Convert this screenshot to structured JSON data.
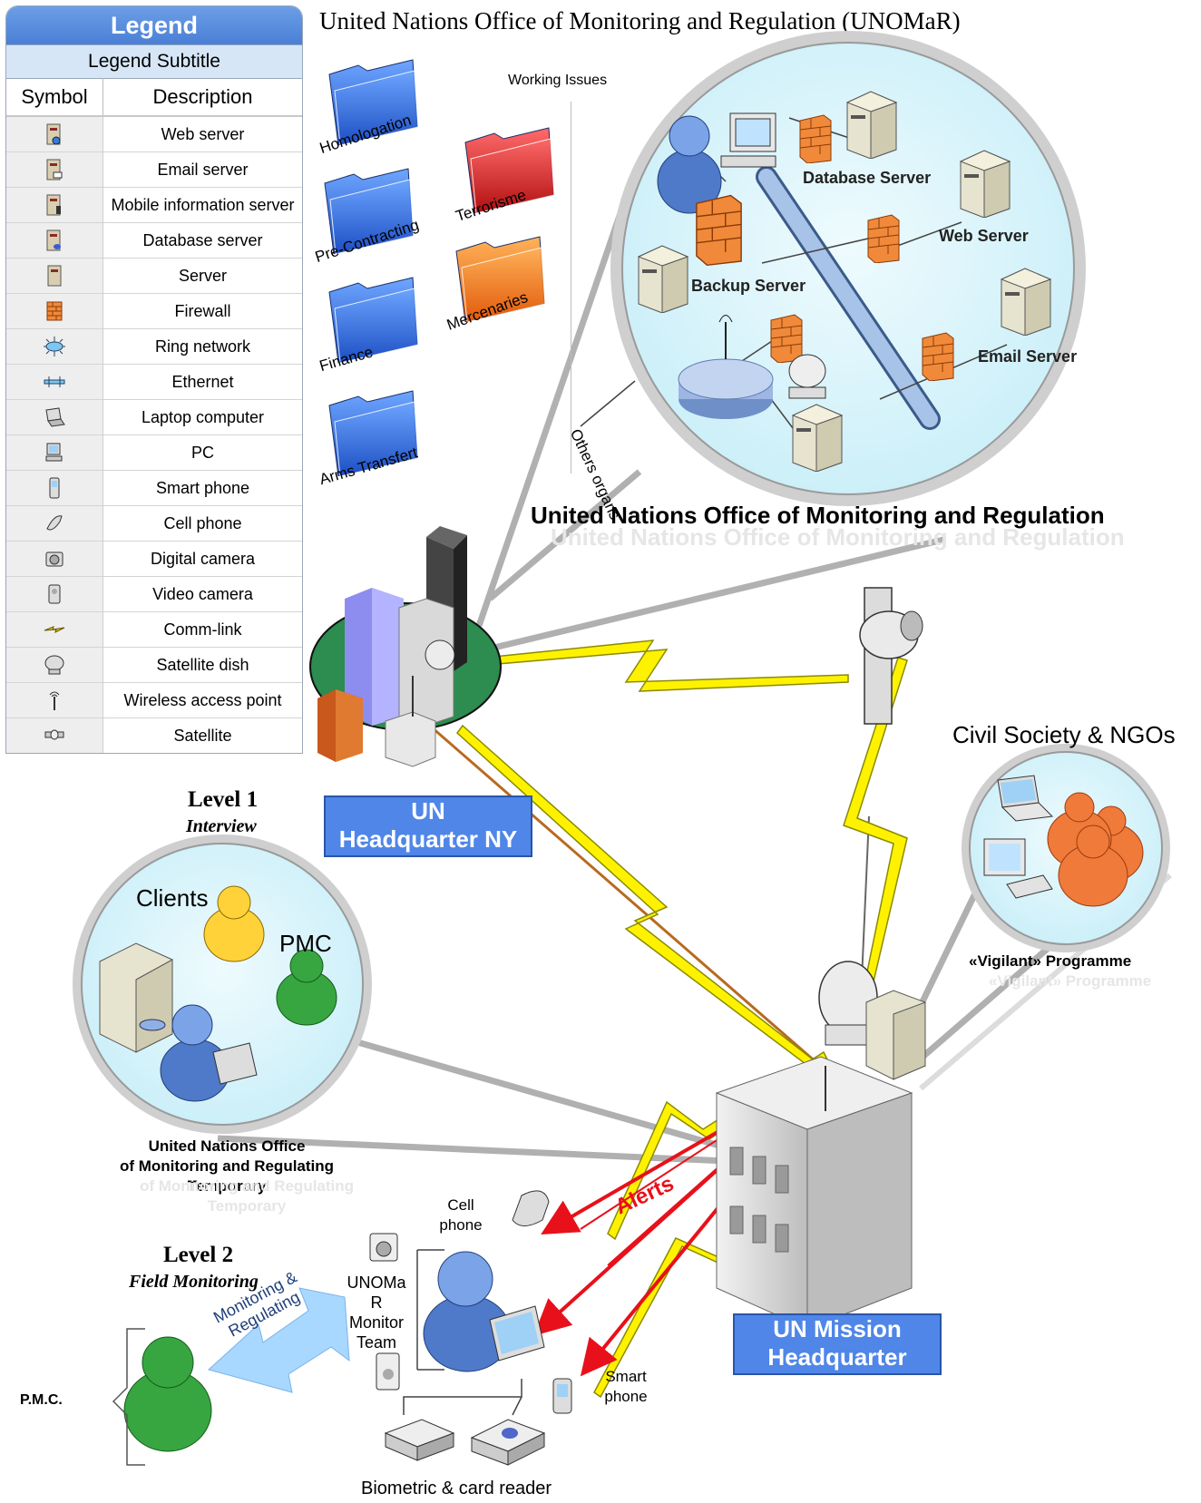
{
  "legend": {
    "title": "Legend",
    "subtitle": "Legend Subtitle",
    "col_symbol": "Symbol",
    "col_description": "Description",
    "items": [
      {
        "label": "Web server",
        "icon": "web-server-icon"
      },
      {
        "label": "Email server",
        "icon": "email-server-icon"
      },
      {
        "label": "Mobile information server",
        "icon": "mobile-server-icon"
      },
      {
        "label": "Database server",
        "icon": "database-server-icon"
      },
      {
        "label": "Server",
        "icon": "server-icon"
      },
      {
        "label": "Firewall",
        "icon": "firewall-icon"
      },
      {
        "label": "Ring network",
        "icon": "ring-network-icon"
      },
      {
        "label": "Ethernet",
        "icon": "ethernet-icon"
      },
      {
        "label": "Laptop computer",
        "icon": "laptop-icon"
      },
      {
        "label": "PC",
        "icon": "pc-icon"
      },
      {
        "label": "Smart phone",
        "icon": "smart-phone-icon"
      },
      {
        "label": "Cell phone",
        "icon": "cell-phone-icon"
      },
      {
        "label": "Digital camera",
        "icon": "digital-camera-icon"
      },
      {
        "label": "Video camera",
        "icon": "video-camera-icon"
      },
      {
        "label": "Comm-link",
        "icon": "comm-link-icon"
      },
      {
        "label": "Satellite dish",
        "icon": "satellite-dish-icon"
      },
      {
        "label": "Wireless access point",
        "icon": "wireless-access-point-icon"
      },
      {
        "label": "Satellite",
        "icon": "satellite-icon"
      }
    ]
  },
  "title": "United Nations Office of Monitoring and Regulation (UNOMaR)",
  "folders": {
    "heading": "Working Issues",
    "items": [
      "Homologation",
      "Pre-Contracting",
      "Finance",
      "Arms Transfert",
      "Terrorisme",
      "Mercenaries"
    ],
    "side_label": "Others organs"
  },
  "office": {
    "label": "United Nations Office of Monitoring and Regulation",
    "servers": [
      "Database Server",
      "Web Server",
      "Backup Server",
      "Email Server"
    ]
  },
  "hq_ny": {
    "line1": "UN",
    "line2": "Headquarter NY"
  },
  "civil": {
    "title": "Civil Society & NGOs",
    "programme": "«Vigilant» Programme"
  },
  "level1": {
    "title": "Level 1",
    "subtitle": "Interview",
    "clients": "Clients",
    "pmc": "PMC",
    "caption1": "United Nations Office",
    "caption2": "of Monitoring and Regulating",
    "caption3": "Temporary",
    "ghost1": "of Monitoring and Regulating",
    "ghost2": "Temporary"
  },
  "level2": {
    "title": "Level 2",
    "subtitle": "Field Monitoring",
    "pmc": "P.M.C.",
    "arrow_line1": "Monitoring &",
    "arrow_line2": "Regulating",
    "team_lines": [
      "UNOMa",
      "R",
      "Monitor",
      "Team"
    ],
    "cell_line1": "Cell",
    "cell_line2": "phone",
    "smart_line1": "Smart",
    "smart_line2": "phone",
    "reader": "Biometric & card reader"
  },
  "mission": {
    "line1": "UN Mission",
    "line2": "Headquarter"
  },
  "alerts": "Alerts",
  "colors": {
    "legend_header": "#4a7fd6",
    "box_blue": "#4f86e8",
    "alert_red": "#e8101a",
    "link_yellow": "#fff200",
    "circle_fill": "#d9f3fa"
  }
}
